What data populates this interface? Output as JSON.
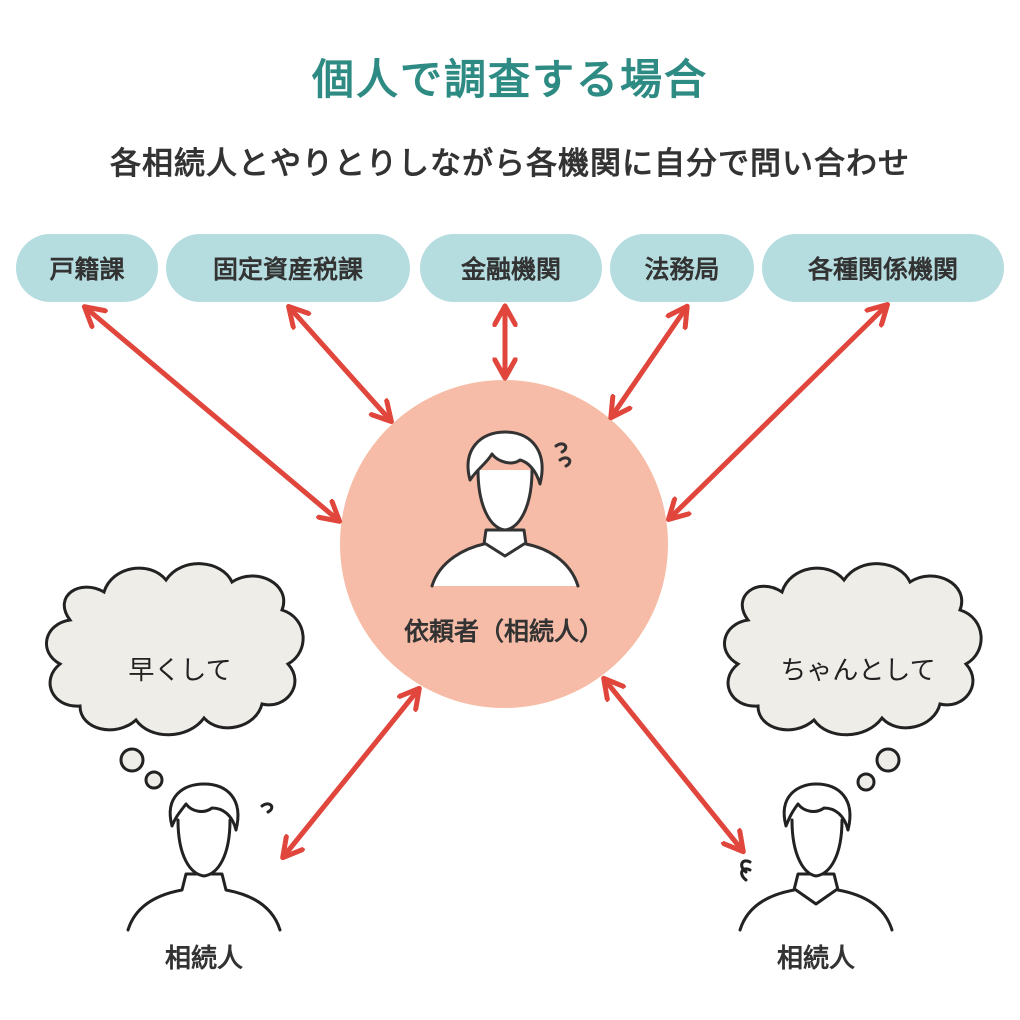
{
  "title": "個人で調査する場合",
  "subtitle": "各相続人とやりとりしながら各機関に自分で問い合わせ",
  "agencies": [
    {
      "label": "戸籍課"
    },
    {
      "label": "固定資産税課"
    },
    {
      "label": "金融機関"
    },
    {
      "label": "法務局"
    },
    {
      "label": "各種関係機関"
    }
  ],
  "center": {
    "label": "依頼者（相続人）"
  },
  "heirs": [
    {
      "label": "相続人",
      "thought": "早くして"
    },
    {
      "label": "相続人",
      "thought": "ちゃんとして"
    }
  ],
  "colors": {
    "title": "#2e8b83",
    "pill": "#b5dde0",
    "center": "#f7bca7",
    "arrow": "#e0463c",
    "bubble": "#efede8"
  }
}
